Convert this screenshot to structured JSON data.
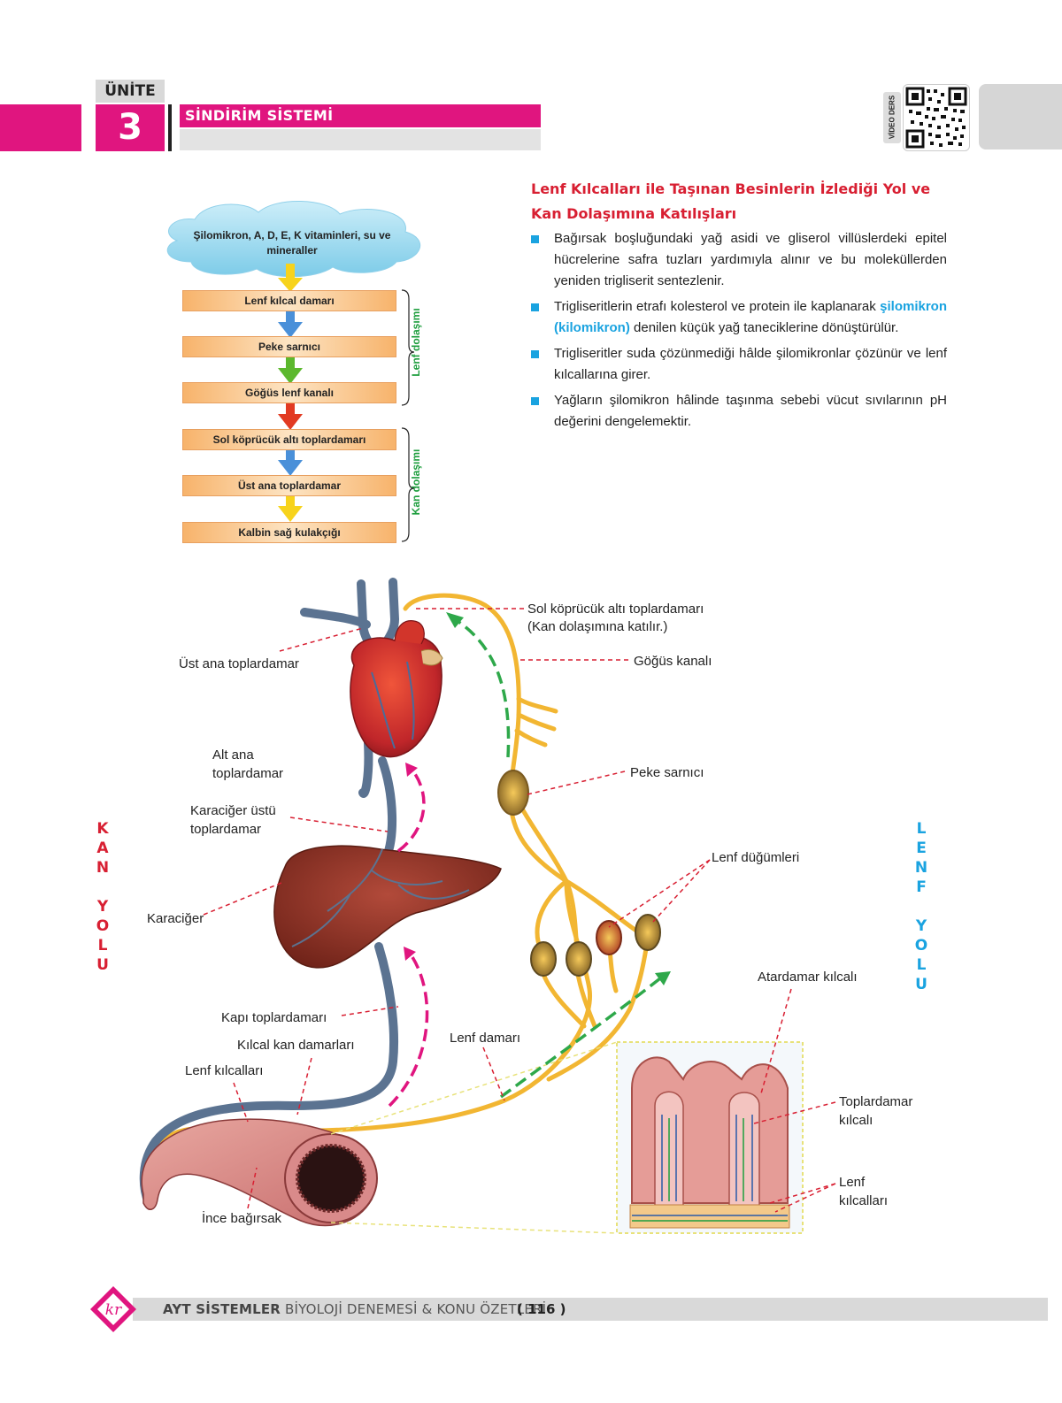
{
  "header": {
    "unit_label": "ÜNİTE",
    "unit_number": "3",
    "unit_title": "SİNDİRİM SİSTEMİ",
    "video_label": "VİDEO DERS"
  },
  "section": {
    "title": "Lenf Kılcalları ile Taşınan Besinlerin İzlediği Yol ve Kan Dolaşımına Katılışları",
    "bullets": [
      "Bağırsak boşluğundaki yağ asidi ve gliserol villüslerdeki epitel hücrelerine safra tuzları yardımıyla alınır ve bu moleküllerden yeniden trigliserit sentezlenir.",
      "Trigliseritlerin etrafı kolesterol ve protein ile kaplanarak",
      "şilomikron (kilomikron)",
      "denilen küçük yağ taneciklerine dönüştürülür.",
      "Trigliseritler suda çözünmediği hâlde şilomikronlar çözünür ve lenf kılcallarına girer.",
      "Yağların şilomikron hâlinde taşınma sebebi vücut sıvılarının pH değerini dengelemektir."
    ]
  },
  "flow": {
    "cloud": "Şilomikron, A, D, E, K vitaminleri, su ve mineraller",
    "steps": [
      "Lenf kılcal damarı",
      "Peke sarnıcı",
      "Göğüs lenf kanalı",
      "Sol köprücük altı toplardamarı",
      "Üst ana toplardamar",
      "Kalbin sağ kulakçığı"
    ],
    "brace_lymph": "Lenf dolaşımı",
    "brace_blood": "Kan dolaşımı"
  },
  "diagram": {
    "labels": {
      "sol_koprucuk_1": "Sol köprücük altı toplardamarı",
      "sol_koprucuk_2": "(Kan dolaşımına katılır.)",
      "ust_ana": "Üst ana toplardamar",
      "gogus": "Göğüs kanalı",
      "alt_ana_1": "Alt ana",
      "alt_ana_2": "toplardamar",
      "peke": "Peke sarnıcı",
      "karaciger_ustu_1": "Karaciğer üstü",
      "karaciger_ustu_2": "toplardamar",
      "lenf_dugum": "Lenf düğümleri",
      "karaciger": "Karaciğer",
      "atardamar": "Atardamar kılcalı",
      "kapi": "Kapı toplardamarı",
      "kilcal_kan": "Kılcal kan damarları",
      "lenf_damari": "Lenf damarı",
      "lenf_kilcallari": "Lenf kılcalları",
      "toplardamar_kilcali_1": "Toplardamar",
      "toplardamar_kilcali_2": "kılcalı",
      "lenf_kilcallari_2a": "Lenf",
      "lenf_kilcallari_2b": "kılcalları",
      "ince": "İnce bağırsak"
    },
    "kan_yolu": [
      "K",
      "A",
      "N",
      "",
      "Y",
      "O",
      "L",
      "U"
    ],
    "lenf_yolu": [
      "L",
      "E",
      "N",
      "F",
      "",
      "Y",
      "O",
      "L",
      "U"
    ]
  },
  "footer": {
    "logo": "kr",
    "bold": "AYT SİSTEMLER",
    "rest": " BİYOLOJİ DENEMESİ & KONU ÖZETLERİ",
    "page": "( 116 )"
  },
  "colors": {
    "magenta": "#e0157f",
    "red_title": "#d81f32",
    "blue_accent": "#1aa3e0",
    "lymph": "#f2b632",
    "vein": "#5b7391",
    "green": "#1e9e3e"
  }
}
